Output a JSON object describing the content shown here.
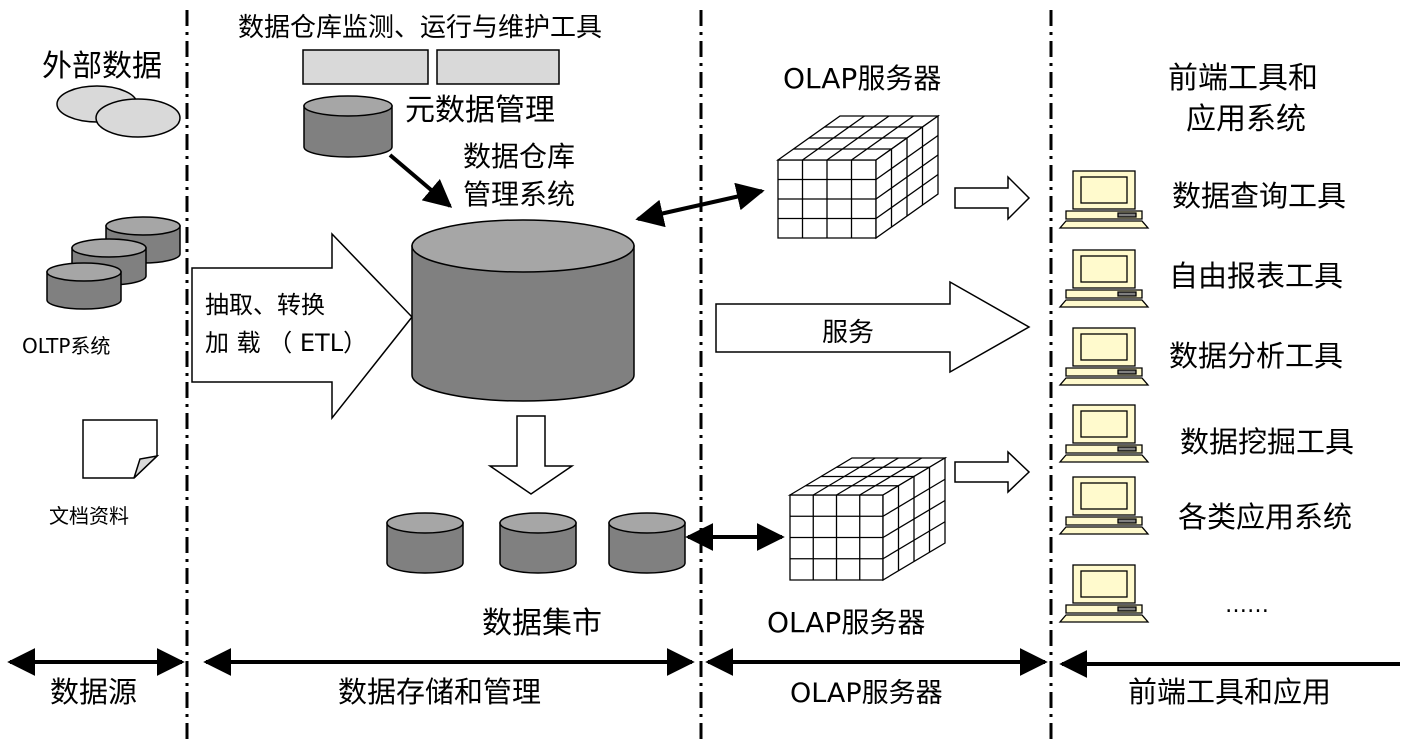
{
  "colors": {
    "cylinder_fill": "#808080",
    "cylinder_top": "#a6a6a6",
    "ellipse_fill": "#d9d9d9",
    "bar_fill": "#d9d9d9",
    "computer_fill": "#fffacd",
    "stroke": "#000000"
  },
  "source": {
    "external_data": "外部数据",
    "oltp": "OLTP系统",
    "docs": "文档资料"
  },
  "storage": {
    "monitor_tools": "数据仓库监测、运行与维护工具",
    "metadata": "元数据管理",
    "dw_mgmt_line1": "数据仓库",
    "dw_mgmt_line2": "管理系统",
    "etl_line1": "抽取、转换",
    "etl_line2": "加 载 （ ETL）",
    "data_mart": "数据集市"
  },
  "olap": {
    "server_top": "OLAP服务器",
    "server_bottom": "OLAP服务器",
    "service": "服务"
  },
  "frontend": {
    "title_line1": "前端工具和",
    "title_line2": "应用系统",
    "tools": [
      "数据查询工具",
      "自由报表工具",
      "数据分析工具",
      "数据挖掘工具",
      "各类应用系统",
      "……"
    ]
  },
  "bottom": {
    "col1": "数据源",
    "col2": "数据存储和管理",
    "col3": "OLAP服务器",
    "col4": "前端工具和应用"
  }
}
